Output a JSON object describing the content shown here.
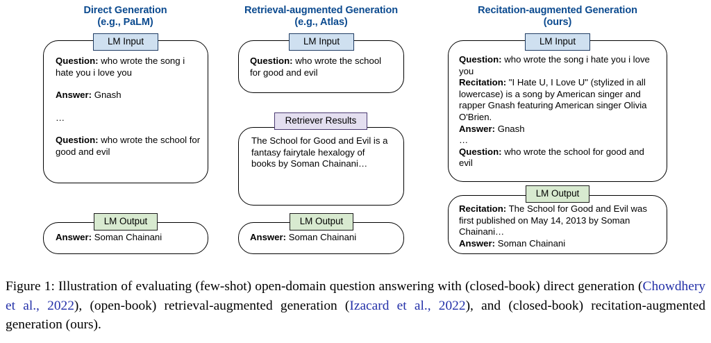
{
  "figure": {
    "columns": [
      {
        "id": "direct-generation",
        "title": "Direct Generation",
        "subtitle": "(e.g., PaLM)",
        "boxes": [
          {
            "chip": "LM Input",
            "chip_kind": "blue",
            "lines": [
              {
                "label": "Question:",
                "text": " who wrote the song i hate you i love you"
              },
              {
                "spacer": true
              },
              {
                "label": "Answer:",
                "text": " Gnash"
              },
              {
                "spacer": true
              },
              {
                "label": "",
                "text": "…"
              },
              {
                "spacer": true
              },
              {
                "label": "Question:",
                "text": " who wrote the school for good and evil"
              }
            ]
          },
          {
            "chip": "LM Output",
            "chip_kind": "green",
            "lines": [
              {
                "label": "Answer:",
                "text": " Soman Chainani"
              }
            ]
          }
        ]
      },
      {
        "id": "retrieval-augmented-generation",
        "title": "Retrieval-augmented Generation",
        "subtitle": "(e.g., Atlas)",
        "boxes": [
          {
            "chip": "LM Input",
            "chip_kind": "blue",
            "lines": [
              {
                "label": "Question:",
                "text": " who wrote the school for good and evil"
              }
            ]
          },
          {
            "chip": "Retriever Results",
            "chip_kind": "purple",
            "lines": [
              {
                "label": "",
                "text": "The School for Good and Evil is a fantasy fairytale hexalogy of books by Soman Chainani…"
              }
            ]
          },
          {
            "chip": "LM Output",
            "chip_kind": "green",
            "lines": [
              {
                "label": "Answer:",
                "text": " Soman Chainani"
              }
            ]
          }
        ]
      },
      {
        "id": "recitation-augmented-generation",
        "title": "Recitation-augmented Generation",
        "subtitle": "(ours)",
        "boxes": [
          {
            "chip": "LM Input",
            "chip_kind": "blue",
            "lines": [
              {
                "label": "Question:",
                "text": " who wrote the song i hate you i love you"
              },
              {
                "label": "Recitation:",
                "text": " \"I Hate U, I Love U\" (stylized in all lowercase) is a song by American singer and rapper Gnash featuring American singer Olivia O'Brien."
              },
              {
                "label": "Answer:",
                "text": " Gnash"
              },
              {
                "label": "",
                "text": "…"
              },
              {
                "label": "Question:",
                "text": " who wrote the school for good and evil"
              }
            ]
          },
          {
            "chip": "LM Output",
            "chip_kind": "green",
            "lines": [
              {
                "label": "Recitation:",
                "text": " The School for Good and Evil was first published on May 14, 2013 by Soman Chainani…"
              },
              {
                "label": "Answer:",
                "text": " Soman Chainani"
              }
            ]
          }
        ]
      }
    ]
  },
  "caption": {
    "label": "Figure 1:",
    "part1": " Illustration of evaluating (few-shot) open-domain question answering with (closed-book) direct generation (",
    "cite1": "Chowdhery et al., 2022",
    "part2": "), (open-book) retrieval-augmented generation (",
    "cite2": "Izacard et al., 2022",
    "part3": "), and (closed-book) recitation-augmented generation (ours)."
  },
  "colors": {
    "title_blue": "#0b4a8f",
    "chip_blue": "#cfe0f0",
    "chip_green": "#d8ead0",
    "chip_purple": "#e4dff0",
    "citation_blue": "#2330a8",
    "stroke": "#000000"
  }
}
